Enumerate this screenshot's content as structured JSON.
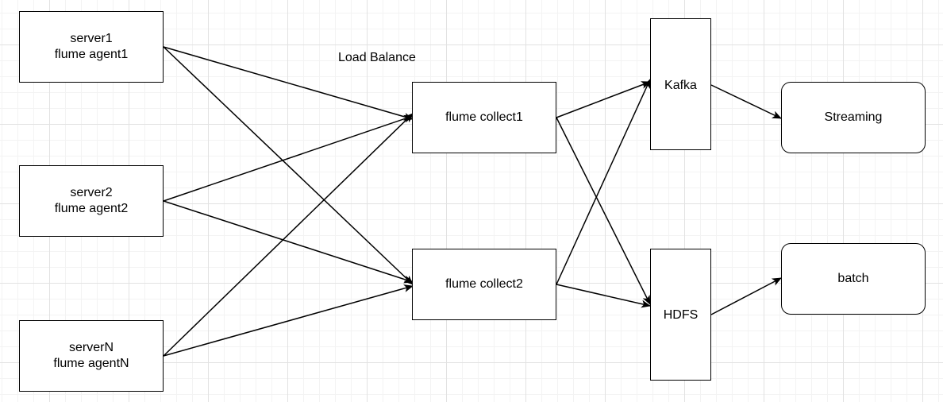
{
  "nodes": {
    "server1": {
      "line1": "server1",
      "line2": "flume agent1"
    },
    "server2": {
      "line1": "server2",
      "line2": "flume agent2"
    },
    "serverN": {
      "line1": "serverN",
      "line2": "flume agentN"
    },
    "collect1": {
      "text": "flume collect1"
    },
    "collect2": {
      "text": "flume collect2"
    },
    "kafka": {
      "text": "Kafka"
    },
    "hdfs": {
      "text": "HDFS"
    },
    "streaming": {
      "text": "Streaming"
    },
    "batch": {
      "text": "batch"
    }
  },
  "annotations": {
    "load_balance": "Load Balance"
  },
  "edges": [
    {
      "from": "server1",
      "to": "collect1"
    },
    {
      "from": "server1",
      "to": "collect2"
    },
    {
      "from": "server2",
      "to": "collect1"
    },
    {
      "from": "server2",
      "to": "collect2"
    },
    {
      "from": "serverN",
      "to": "collect1"
    },
    {
      "from": "serverN",
      "to": "collect2"
    },
    {
      "from": "collect1",
      "to": "kafka"
    },
    {
      "from": "collect1",
      "to": "hdfs"
    },
    {
      "from": "collect2",
      "to": "kafka"
    },
    {
      "from": "collect2",
      "to": "hdfs"
    },
    {
      "from": "kafka",
      "to": "streaming"
    },
    {
      "from": "hdfs",
      "to": "batch"
    }
  ]
}
